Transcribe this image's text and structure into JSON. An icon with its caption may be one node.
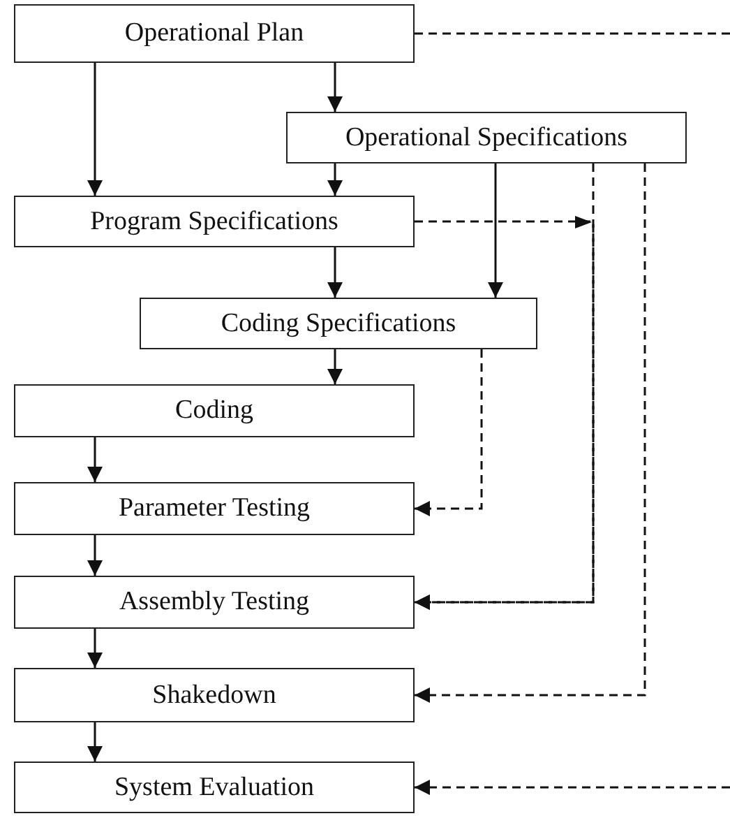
{
  "diagram": {
    "nodes": [
      {
        "text": [
          "Operational Plan"
        ]
      },
      {
        "text": [
          "Operational Specifications"
        ]
      },
      {
        "text": [
          "Program Specifications"
        ]
      },
      {
        "text": [
          "Coding Specifications"
        ]
      },
      {
        "text": [
          "Coding"
        ]
      },
      {
        "text": [
          "Parameter Testing"
        ]
      },
      {
        "text": [
          "Assembly Testing"
        ]
      },
      {
        "text": [
          "Shakedown"
        ]
      },
      {
        "text": [
          "System Evaluation"
        ]
      }
    ],
    "edges": [
      {
        "from": 0,
        "to": 1,
        "arrow": "to"
      },
      {
        "from": 0,
        "to": 2,
        "arrow": "to"
      },
      {
        "from": 1,
        "to": 2,
        "arrow": "to"
      },
      {
        "from": 1,
        "to": 3,
        "arrow": "to"
      },
      {
        "from": 2,
        "to": 3,
        "arrow": "to"
      },
      {
        "from": 3,
        "to": 4,
        "arrow": "to"
      },
      {
        "from": 4,
        "to": 5,
        "arrow": "to"
      },
      {
        "from": 5,
        "to": 6,
        "arrow": "to"
      },
      {
        "from": 6,
        "to": 7,
        "arrow": "to"
      },
      {
        "from": 7,
        "to": 8,
        "arrow": "to"
      },
      {
        "from": 3,
        "to": 5,
        "arrow": "to",
        "style": "dashed"
      },
      {
        "from": 1,
        "to": 6,
        "arrow": "to",
        "style": "dashed"
      },
      {
        "from": 2,
        "to": 6,
        "arrow": "to",
        "style": "dashed"
      },
      {
        "from": 1,
        "to": 7,
        "arrow": "to",
        "style": "dashed"
      },
      {
        "from": 0,
        "to": null,
        "arrow": "none",
        "style": "dashed"
      },
      {
        "from": null,
        "to": 8,
        "arrow": "to",
        "style": "dashed"
      }
    ]
  }
}
